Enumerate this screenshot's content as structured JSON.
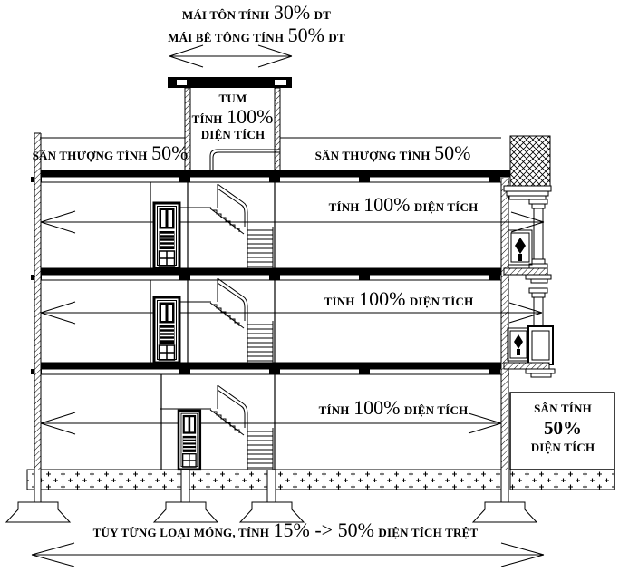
{
  "diagram": {
    "colors": {
      "ink": "#000000",
      "paper": "#ffffff"
    },
    "roof_notes": {
      "line1": {
        "prefix": "MÁI TÔN TÍNH ",
        "value": "30%",
        "suffix": " DT"
      },
      "line2": {
        "prefix": "MÁI BÊ TÔNG TÍNH ",
        "value": "50%",
        "suffix": " DT"
      }
    },
    "tum": {
      "name": "TUM",
      "calc_prefix": "TÍNH ",
      "calc_value": "100%",
      "calc_suffix": "DIỆN TÍCH"
    },
    "terrace": {
      "left": {
        "prefix": "SÂN THƯỢNG TÍNH ",
        "value": "50%"
      },
      "right": {
        "prefix": "SÂN THƯỢNG TÍNH ",
        "value": "50%"
      }
    },
    "floors": [
      {
        "id": "floor-3",
        "prefix": "TÍNH ",
        "value": "100%",
        "suffix": " DIỆN TÍCH"
      },
      {
        "id": "floor-2",
        "prefix": "TÍNH ",
        "value": "100%",
        "suffix": " DIỆN TÍCH"
      },
      {
        "id": "floor-1",
        "prefix": "TÍNH ",
        "value": "100%",
        "suffix": " DIỆN TÍCH"
      }
    ],
    "yard": {
      "line1": "SÂN TÍNH",
      "value": "50%",
      "line2": "DIỆN TÍCH"
    },
    "foundation_note": {
      "prefix": "TÙY TỪNG LOẠI MÓNG, TÍNH ",
      "value": "15% -> 50%",
      "suffix": " DIỆN TÍCH TRỆT"
    }
  }
}
